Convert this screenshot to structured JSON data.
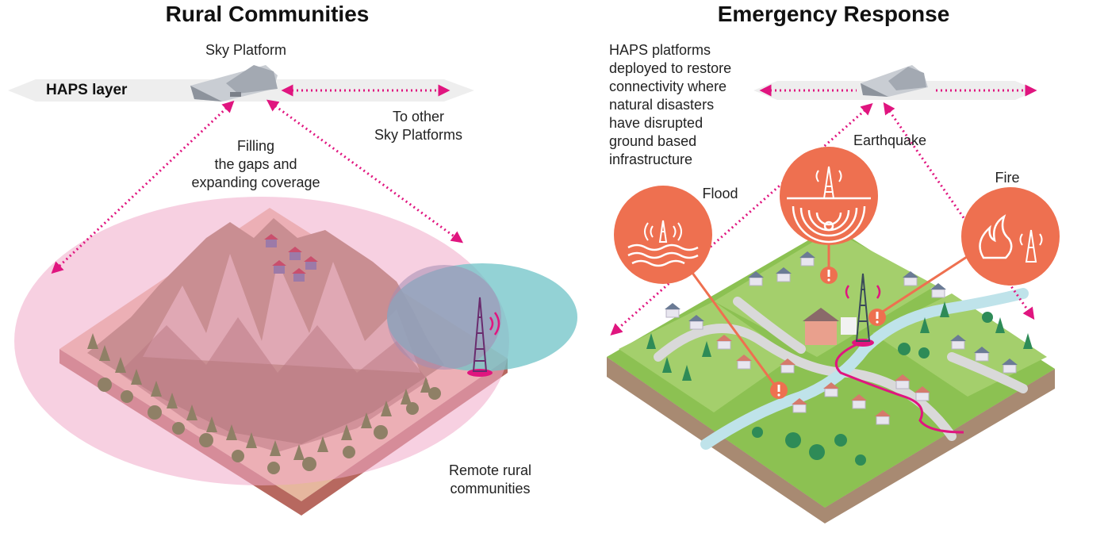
{
  "rural": {
    "title": "Rural Communities",
    "sky_platform_label": "Sky Platform",
    "haps_layer_label": "HAPS layer",
    "other_platforms_line1": "To other",
    "other_platforms_line2": "Sky Platforms",
    "filling_line1": "Filling",
    "filling_line2": "the gaps and",
    "filling_line3": "expanding coverage",
    "remote_line1": "Remote rural",
    "remote_line2": "communities"
  },
  "emergency": {
    "title": "Emergency Response",
    "desc_line1": "HAPS platforms",
    "desc_line2": "deployed to restore",
    "desc_line3": "connectivity where",
    "desc_line4": "natural disasters",
    "desc_line5": "have disrupted",
    "desc_line6": "ground based",
    "desc_line7": "infrastructure",
    "flood_label": "Flood",
    "earthquake_label": "Earthquake",
    "fire_label": "Fire"
  },
  "colors": {
    "magenta": "#e0157f",
    "coverage_pink": "#f2b8d0",
    "coverage_teal": "#7fcdcf",
    "disaster_orange": "#ee7050",
    "grass_green": "#8cc152",
    "mountain": "#d79a96"
  },
  "icons": [
    "sky-platform-icon",
    "cell-tower-icon",
    "flood-icon",
    "earthquake-icon",
    "fire-icon",
    "alert-icon"
  ]
}
